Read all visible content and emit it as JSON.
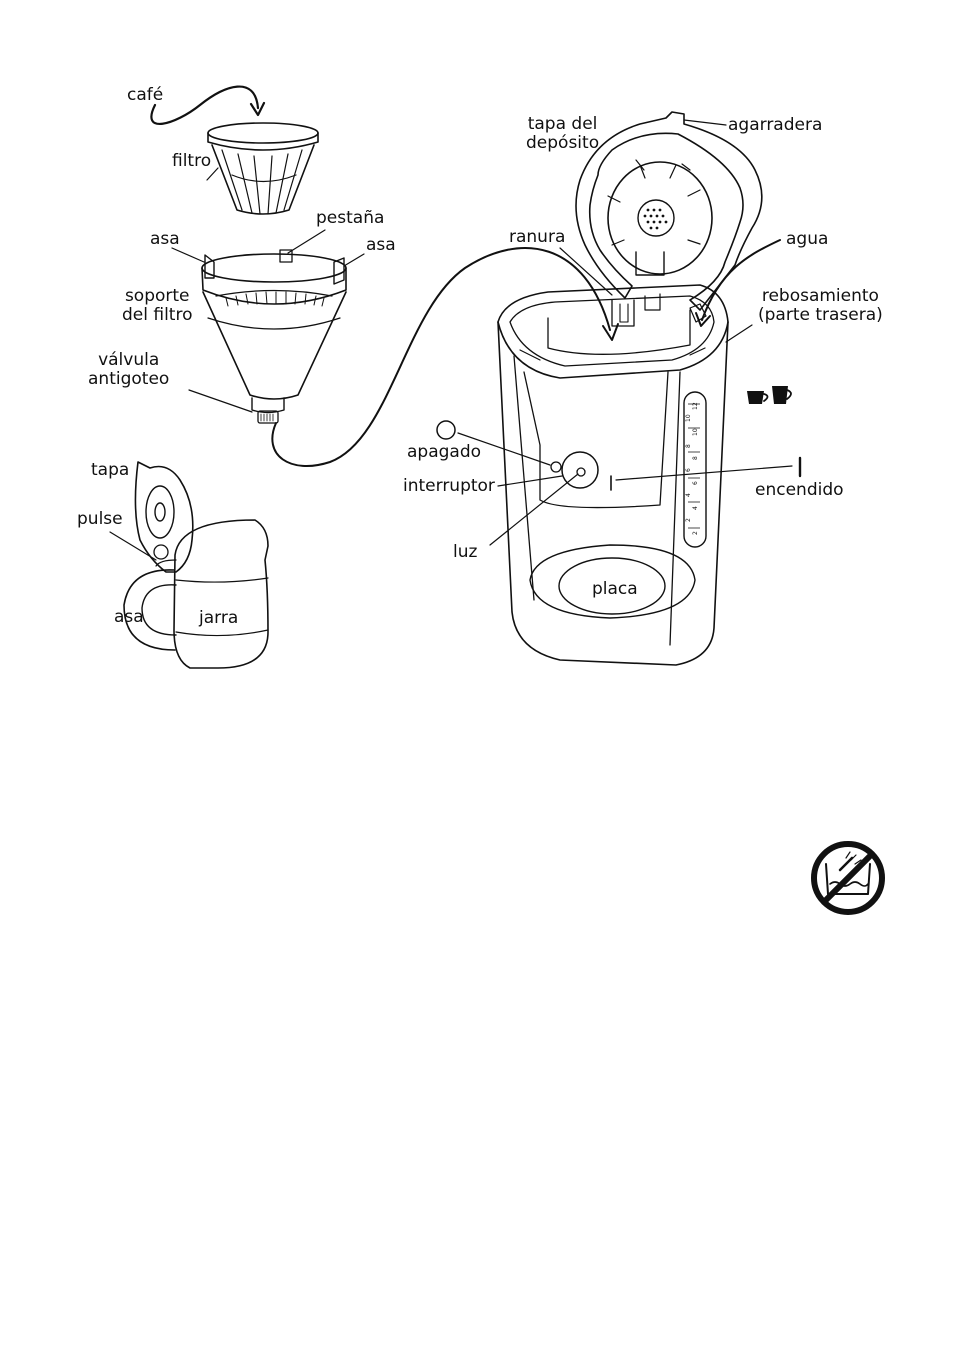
{
  "labels": {
    "cafe": "café",
    "filtro": "filtro",
    "asa_left": "asa",
    "pestana": "pestaña",
    "asa_right": "asa",
    "soporte_line1": "soporte",
    "soporte_line2": "del filtro",
    "valvula_line1": "válvula",
    "valvula_line2": "antigoteo",
    "tapa": "tapa",
    "pulse": "pulse",
    "asa_jarra": "asa",
    "jarra": "jarra",
    "tapa_deposito_line1": "tapa del",
    "tapa_deposito_line2": "depósito",
    "agarradera": "agarradera",
    "ranura": "ranura",
    "agua": "agua",
    "rebosamiento_line1": "rebosamiento",
    "rebosamiento_line2": "(parte trasera)",
    "apagado": "apagado",
    "interruptor": "interruptor",
    "luz": "luz",
    "encendido": "encendido",
    "on_symbol": "I",
    "placa": "placa"
  },
  "water_gauge": {
    "cups": [
      "2",
      "4",
      "6",
      "8",
      "10",
      "12"
    ],
    "mugs": [
      "2",
      "4",
      "6",
      "8",
      "10"
    ]
  },
  "icons": {
    "off_symbol": "circle-icon",
    "cup_mug": "cup-mug-icon",
    "no_immersion": "no-immersion-icon"
  }
}
